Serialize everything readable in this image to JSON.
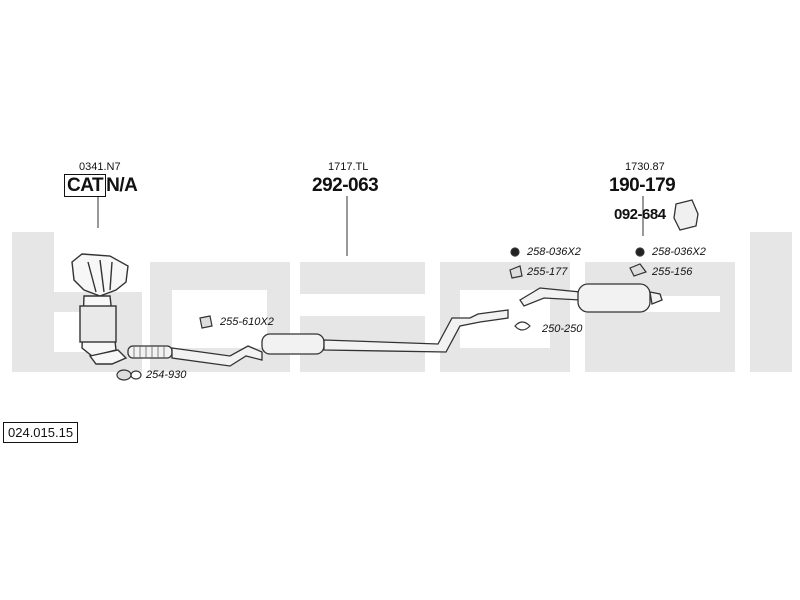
{
  "watermark": {
    "color": "#e6e6e6"
  },
  "reference": "024.015.15",
  "sections": {
    "cat": {
      "code": "0341.N7",
      "label_boxed": "CAT",
      "label_rest": "N/A"
    },
    "middle": {
      "code": "1717.TL",
      "part": "292-063"
    },
    "rear": {
      "code": "1730.87",
      "part": "190-179",
      "heatshield": "092-684"
    }
  },
  "accessories": {
    "gasket_front": "254-930",
    "hanger_mid": "255-610X2",
    "rubber_rear_left": "258-036X2",
    "hanger_rear_left": "255-177",
    "clamp_rear": "250-250",
    "rubber_rear_right": "258-036X2",
    "hanger_rear_right": "255-156"
  }
}
